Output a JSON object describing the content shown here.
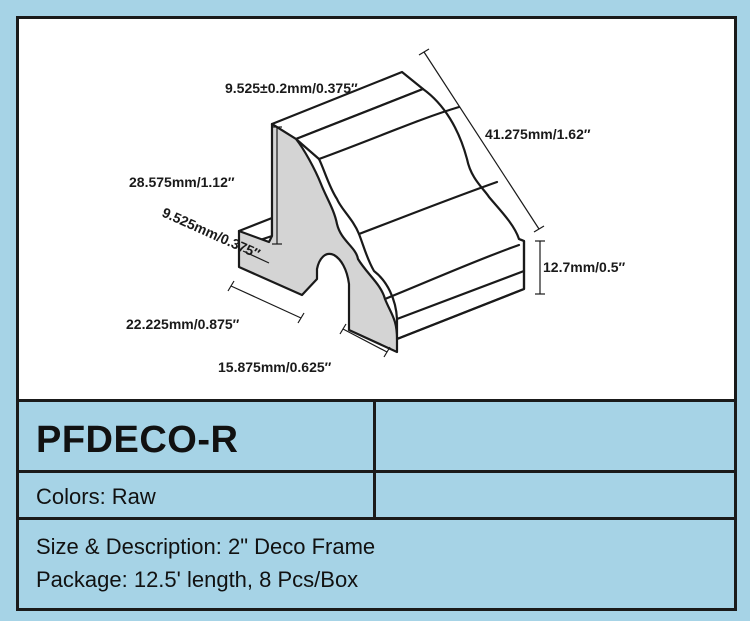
{
  "drawing": {
    "dimensions": {
      "top_width": "9.525±0.2mm/0.375″",
      "length": "41.275mm/1.62″",
      "left_height": "28.575mm/1.12″",
      "step_width": "9.525mm/0.375″",
      "right_height": "12.7mm/0.5″",
      "base_left": "22.225mm/0.875″",
      "base_right": "15.875mm/0.625″"
    },
    "colors": {
      "profile_fill": "#d4d4d4",
      "stroke": "#1a1a1a",
      "face": "#ffffff"
    }
  },
  "product": {
    "code": "PFDECO-R",
    "colors_line": "Colors: Raw",
    "description_line": "Size & Description: 2\" Deco Frame",
    "package_line": "Package: 12.5' length, 8 Pcs/Box"
  },
  "theme": {
    "background": "#a6d3e6",
    "border": "#1a1a1a"
  }
}
